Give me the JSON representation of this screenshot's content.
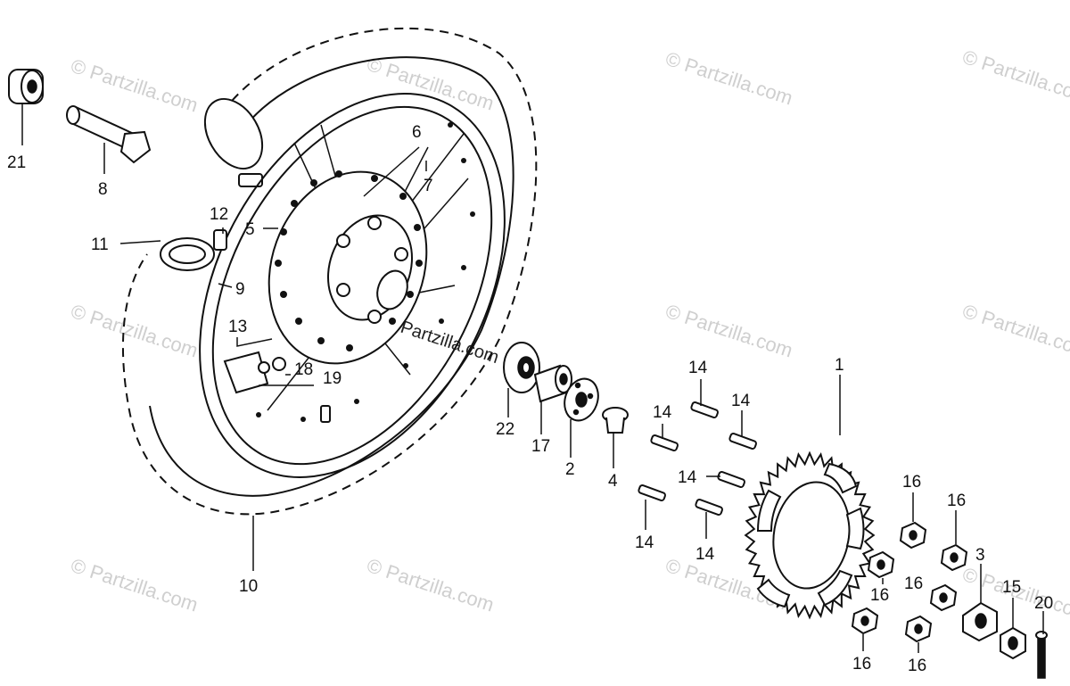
{
  "diagram": {
    "watermark": "© Partzilla.com",
    "center_watermark": "Partzilla.com",
    "callouts": [
      "1",
      "2",
      "3",
      "4",
      "5",
      "6",
      "7",
      "8",
      "9",
      "10",
      "11",
      "12",
      "13",
      "14",
      "15",
      "16",
      "17",
      "18",
      "19",
      "20",
      "21",
      "22"
    ]
  }
}
